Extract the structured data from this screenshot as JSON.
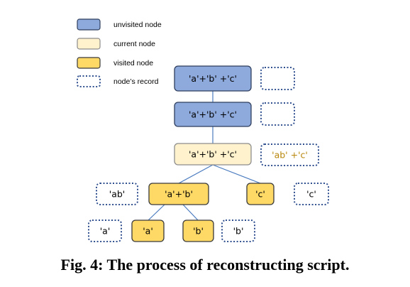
{
  "legend": [
    {
      "label": "unvisited node",
      "kind": "unvisited"
    },
    {
      "label": "current node",
      "kind": "current"
    },
    {
      "label": "visited node",
      "kind": "visited"
    },
    {
      "label": "node’s record",
      "kind": "record"
    }
  ],
  "colors": {
    "unvisited_fill": "#8ea9db",
    "unvisited_stroke": "#2f3f5e",
    "current_fill": "#fff2cc",
    "current_stroke": "#8c8c8c",
    "visited_fill": "#ffd966",
    "visited_stroke": "#3a3a3a",
    "record_stroke": "#2f4f8f",
    "edge": "#4a7bbf",
    "record_text_highlight": "#b8860b"
  },
  "nodes": {
    "root": "'a'+'b' +'c'",
    "level2": "'a'+'b' +'c'",
    "current": "'a'+'b' +'c'",
    "ab": "'a'+'b'",
    "c": "'c'",
    "a": "'a'",
    "b": "'b'"
  },
  "records": {
    "root": "",
    "level2": "",
    "current": "'ab' +'c'",
    "ab": "'ab'",
    "c": "'c'",
    "a": "'a'",
    "b": "'b'"
  },
  "caption": "Fig. 4: The process of reconstructing script."
}
